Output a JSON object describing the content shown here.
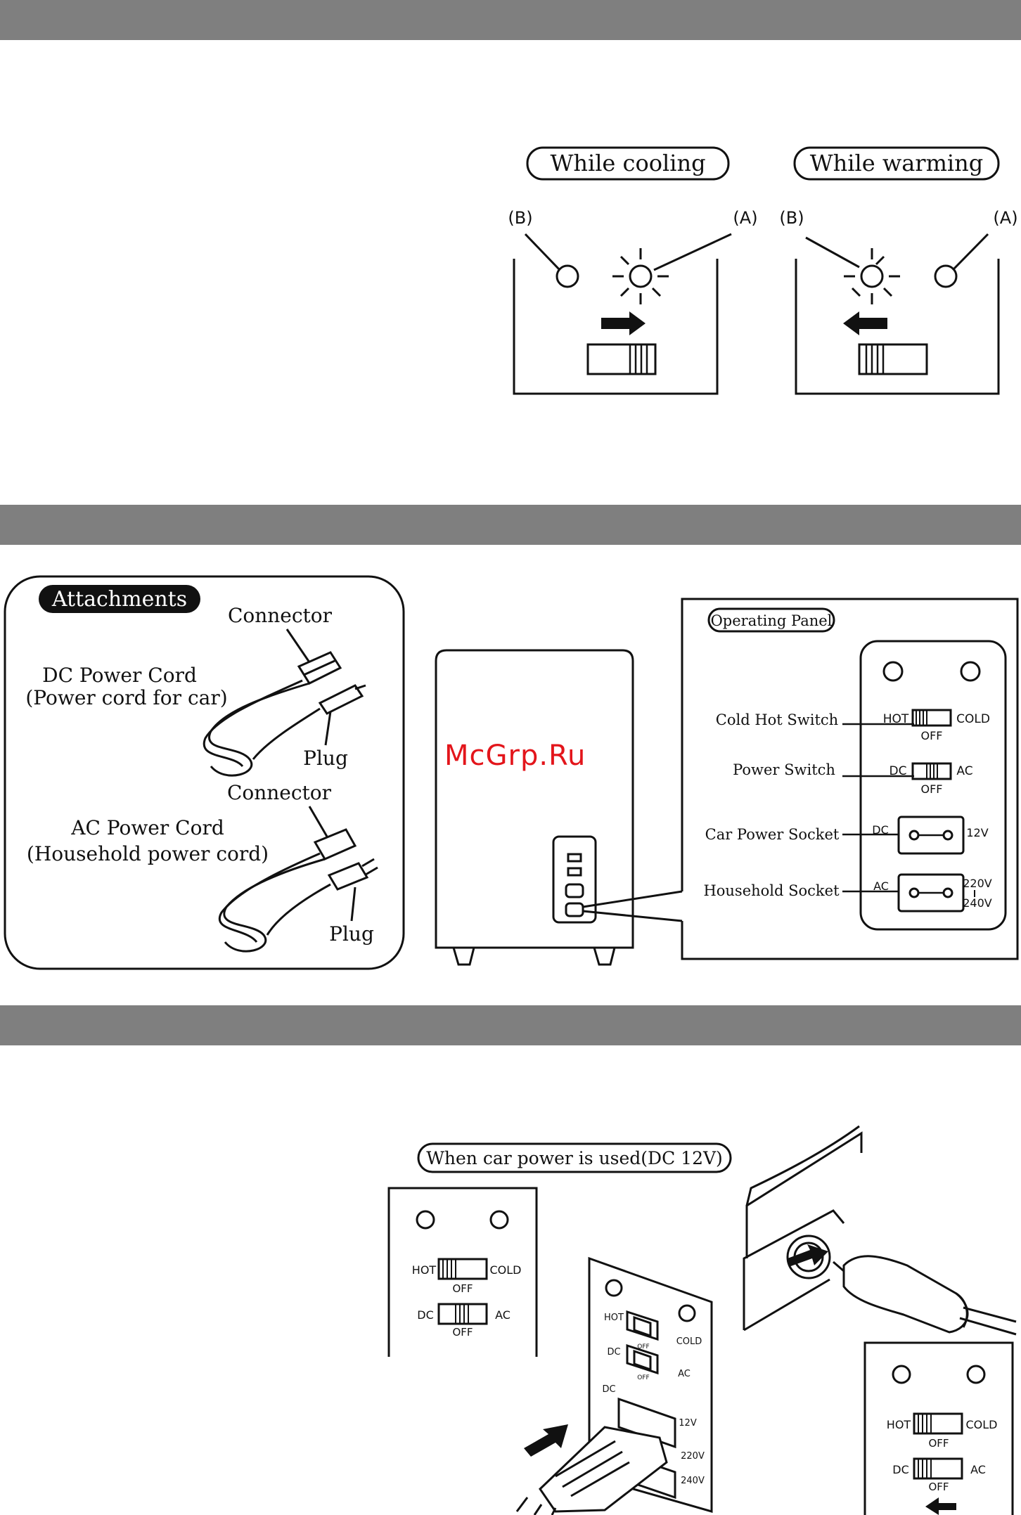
{
  "cooling": {
    "title": "While cooling",
    "label_b": "(B)",
    "label_a": "(A)"
  },
  "warming": {
    "title": "While warming",
    "label_b": "(B)",
    "label_a": "(A)"
  },
  "attachments": {
    "title": "Attachments",
    "connector_1": "Connector",
    "dc_cord": "DC Power Cord",
    "dc_cord_sub": "(Power cord for car)",
    "plug_1": "Plug",
    "connector_2": "Connector",
    "ac_cord": "AC Power Cord",
    "ac_cord_sub": "(Household power cord)",
    "plug_2": "Plug"
  },
  "watermark": "McGrp.Ru",
  "operating_panel": {
    "title": "Operating Panel",
    "cold_hot_switch": "Cold Hot Switch",
    "power_switch": "Power Switch",
    "car_power_socket": "Car Power Socket",
    "household_socket": "Household Socket",
    "hot": "HOT",
    "cold": "COLD",
    "off_1": "OFF",
    "dc": "DC",
    "ac": "AC",
    "off_2": "OFF",
    "socket_dc": "DC",
    "socket_12v": "12V",
    "socket_ac": "AC",
    "socket_220v": "220V",
    "socket_240v": "240V"
  },
  "car_power": {
    "title": "When car power is used(DC 12V)",
    "panel1": {
      "hot": "HOT",
      "cold": "COLD",
      "off_1": "OFF",
      "dc": "DC",
      "ac": "AC",
      "off_2": "OFF"
    },
    "persp": {
      "hot": "HOT",
      "cold": "COLD",
      "off_1": "OFF",
      "dc_sw": "DC",
      "ac": "AC",
      "off_2": "OFF",
      "dc_sock": "DC",
      "v12": "12V",
      "v220": "220V",
      "v240": "240V"
    },
    "panel2": {
      "hot": "HOT",
      "cold": "COLD",
      "off_1": "OFF",
      "dc": "DC",
      "ac": "AC",
      "off_2": "OFF"
    }
  }
}
